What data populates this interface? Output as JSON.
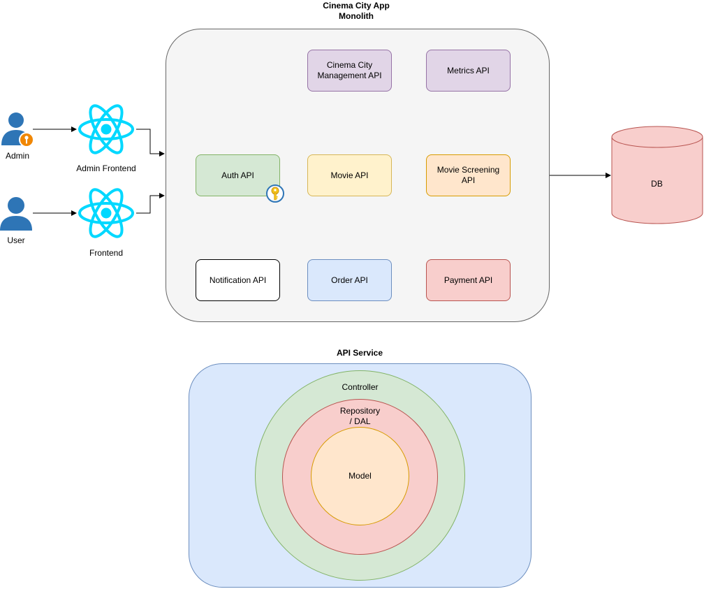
{
  "monolith": {
    "title_line1": "Cinema City App",
    "title_line2": "Monolith"
  },
  "actors": {
    "admin": "Admin",
    "user": "User"
  },
  "frontends": {
    "admin": "Admin Frontend",
    "user": "Frontend"
  },
  "apis": {
    "cinema_city_mgmt_line1": "Cinema City",
    "cinema_city_mgmt_line2": "Management API",
    "metrics": "Metrics API",
    "auth": "Auth API",
    "movie": "Movie API",
    "movie_screening": "Movie Screening API",
    "notification": "Notification API",
    "order": "Order API",
    "payment": "Payment API"
  },
  "db": {
    "label": "DB"
  },
  "api_service": {
    "title": "API Service",
    "controller": "Controller",
    "repository_line1": "Repository",
    "repository_line2": "/ DAL",
    "model": "Model"
  },
  "colors": {
    "monolith_fill": "#f5f5f5",
    "purple_fill": "#e1d5e7",
    "purple_stroke": "#9673a6",
    "green_fill": "#d5e8d4",
    "green_stroke": "#82b366",
    "yellow_fill": "#fff2cc",
    "yellow_stroke": "#d6b656",
    "orange_fill": "#ffe6cc",
    "orange_stroke": "#d79b00",
    "red_fill": "#f8cecc",
    "red_stroke": "#b85450",
    "blue_fill": "#dae8fc",
    "blue_stroke": "#6c8ebf",
    "react_cyan": "#00d8ff",
    "user_blue": "#2e75b6"
  },
  "icons": {
    "admin": "admin-user-icon",
    "user": "user-icon",
    "frontend": "react-icon",
    "auth_key": "key-icon",
    "database": "database-cylinder-icon"
  }
}
